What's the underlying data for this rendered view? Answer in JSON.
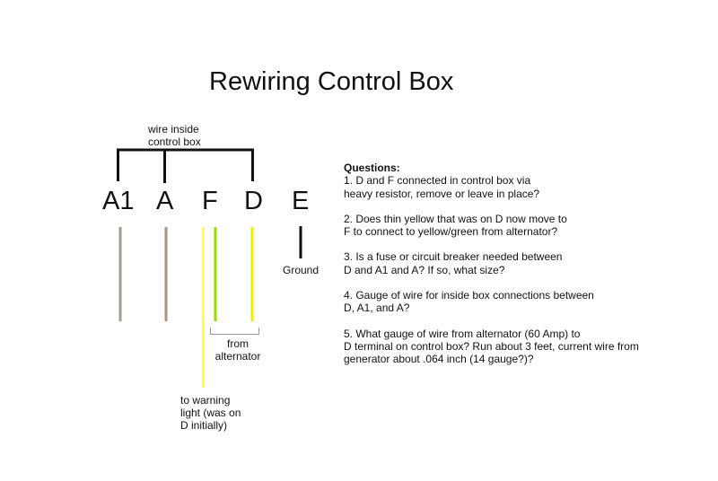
{
  "title": "Rewiring Control Box",
  "bracket_label": [
    "wire inside",
    "control box"
  ],
  "terminals": [
    "A1",
    "A",
    "F",
    "D",
    "E"
  ],
  "wire_colors": {
    "A1": "#9e9e8e",
    "A": "#b09080",
    "warning_light": "#ffff33",
    "alternator_green": "#99dd00",
    "alternator_yellow": "#eeee00",
    "ground": "#111111"
  },
  "labels": {
    "ground": "Ground",
    "from_alternator": [
      "from",
      "alternator"
    ],
    "warning_light": [
      "to warning",
      "light (was on",
      "D initially)"
    ]
  },
  "questions": {
    "heading": "Questions:",
    "items": [
      "1. D and F connected in control box via\nheavy resistor, remove or leave in place?",
      "2. Does thin yellow that was on D now move to\nF to connect to yellow/green from alternator?",
      "3. Is a fuse or circuit breaker needed between\nD and A1 and A? If so, what size?",
      "4. Gauge of wire for inside box connections between\nD, A1, and A?",
      "5. What gauge of wire from alternator (60 Amp) to\nD terminal on control box? Run about 3 feet, current wire from\ngenerator about .064 inch (14 gauge?)?"
    ]
  }
}
